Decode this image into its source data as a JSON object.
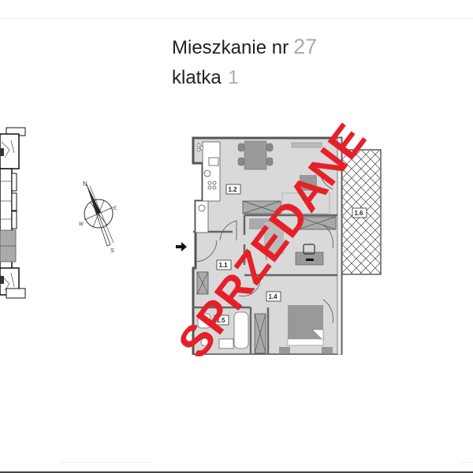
{
  "header": {
    "apartment_label": "Mieszkanie nr",
    "apartment_number": "27",
    "staircase_label": "klatka",
    "staircase_number": "1"
  },
  "plan": {
    "status_stamp": "SPRZEDANE",
    "stamp_color": "#e52029",
    "rooms": [
      {
        "id": "1.1",
        "label": "1.1"
      },
      {
        "id": "1.2",
        "label": "1.2"
      },
      {
        "id": "1.4",
        "label": "1.4"
      },
      {
        "id": "1.5",
        "label": "1.5"
      },
      {
        "id": "1.6",
        "label": "1.6"
      }
    ]
  },
  "compass": {
    "north": "N",
    "east": "E",
    "south": "S",
    "west": "W"
  },
  "icons": {
    "entry": "entry-arrow-icon",
    "compass": "compass-rose-icon",
    "keyplan": "building-keyplan"
  }
}
